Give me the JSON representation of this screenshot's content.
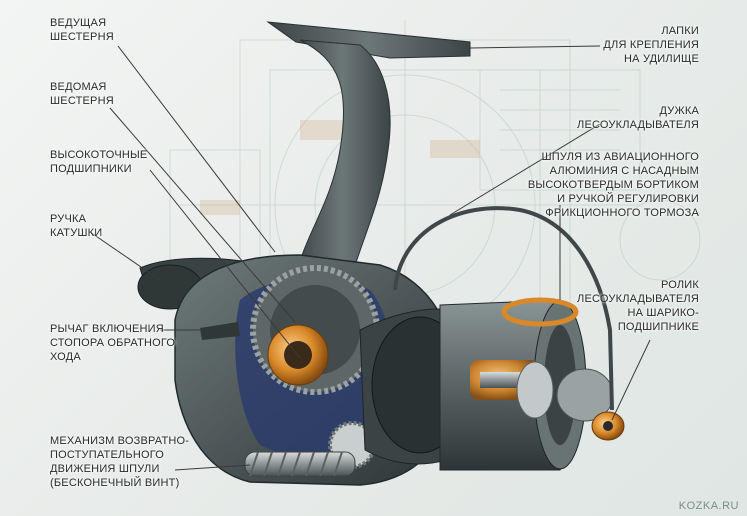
{
  "labels": {
    "drive_gear": [
      "ВЕДУЩАЯ",
      "ШЕСТЕРНЯ"
    ],
    "driven_gear": [
      "ВЕДОМАЯ",
      "ШЕСТЕРНЯ"
    ],
    "bearings": [
      "ВЫСОКОТОЧНЫЕ",
      "ПОДШИПНИКИ"
    ],
    "handle": [
      "РУЧКА",
      "КАТУШКИ"
    ],
    "anti_reverse": [
      "РЫЧАГ ВКЛЮЧЕНИЯ",
      "СТОПОРА ОБРАТНОГО",
      "ХОДА"
    ],
    "oscillation": [
      "МЕХАНИЗМ ВОЗВРАТНО-",
      "ПОСТУПАТЕЛЬНОГО",
      "ДВИЖЕНИЯ ШПУЛИ",
      "(БЕСКОНЕЧНЫЙ ВИНТ)"
    ],
    "rod_foot": [
      "ЛАПКИ",
      "ДЛЯ КРЕПЛЕНИЯ",
      "НА УДИЛИЩЕ"
    ],
    "bail": [
      "ДУЖКА",
      "ЛЕСОУКЛАДЫВАТЕЛЯ"
    ],
    "spool": [
      "ШПУЛЯ ИЗ АВИАЦИОННОГО",
      "АЛЮМИНИЯ С НАСАДНЫМ",
      "ВЫСОКОТВЕРДЫМ БОРТИКОМ",
      "И РУЧКОЙ РЕГУЛИРОВКИ",
      "ФРИКЦИОННОГО ТОРМОЗА"
    ],
    "line_roller": [
      "РОЛИК",
      "ЛЕСОУКЛАДЫВАТЕЛЯ",
      "НА ШАРИКО-",
      "ПОДШИПНИКЕ"
    ]
  },
  "watermark": "KOZKA.RU",
  "colors": {
    "body": "#4d5758",
    "body_dark": "#2f3737",
    "gold": "#d9892a",
    "blue_interior": "#2b3c6b",
    "leader": "#3a3a3a"
  }
}
